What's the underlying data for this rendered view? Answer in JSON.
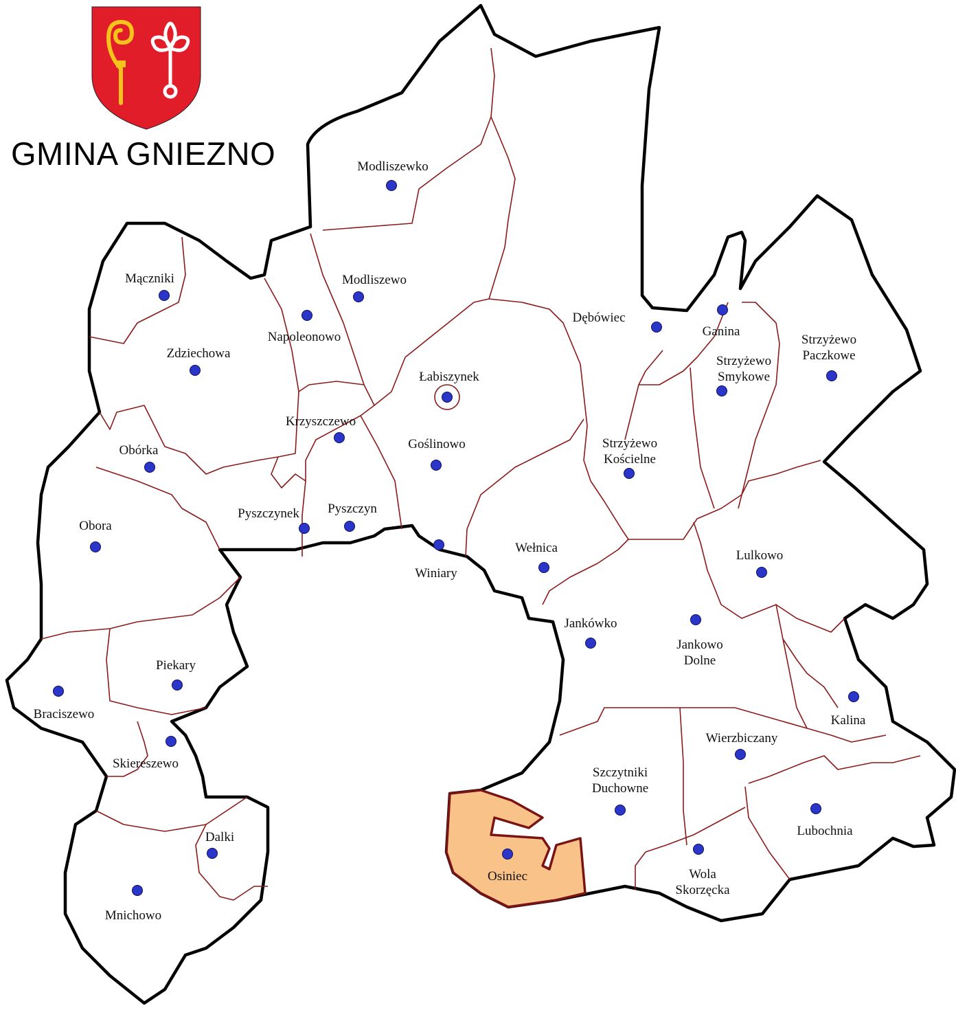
{
  "title": "GMINA GNIEZNO",
  "colors": {
    "boundary": "#000000",
    "village_border": "#8b1a1a",
    "highlight": "#f9c288",
    "highlight_border": "#7a1414",
    "marker": "#2b36c8",
    "coat_of_arms_red": "#e11d2a",
    "coat_of_arms_gold": "#f6c21c"
  },
  "coat_of_arms": {
    "icon": "crozier-and-cross-icon"
  },
  "highlighted_village": "Osiniec",
  "villages": [
    {
      "id": "modliszewko",
      "lines": [
        "Modliszewko"
      ]
    },
    {
      "id": "maczniki",
      "lines": [
        "Mączniki"
      ]
    },
    {
      "id": "modliszewo",
      "lines": [
        "Modliszewo"
      ]
    },
    {
      "id": "napoleonowo",
      "lines": [
        "Napoleonowo"
      ]
    },
    {
      "id": "zdziechowa",
      "lines": [
        "Zdziechowa"
      ]
    },
    {
      "id": "debowiec",
      "lines": [
        "Dębówiec"
      ]
    },
    {
      "id": "ganina",
      "lines": [
        "Ganina"
      ]
    },
    {
      "id": "strzyzewo-paczkowe",
      "lines": [
        "Strzyżewo",
        "Paczkowe"
      ]
    },
    {
      "id": "strzyzewo-smykowe",
      "lines": [
        "Strzyżewo",
        "Smykowe"
      ]
    },
    {
      "id": "labiszynek",
      "lines": [
        "Łabiszynek"
      ]
    },
    {
      "id": "krzyszczewo",
      "lines": [
        "Krzyszczewo"
      ]
    },
    {
      "id": "goslinowo",
      "lines": [
        "Goślinowo"
      ]
    },
    {
      "id": "oborka",
      "lines": [
        "Obórka"
      ]
    },
    {
      "id": "strzyzewo-koscielne",
      "lines": [
        "Strzyżewo",
        "Kościelne"
      ]
    },
    {
      "id": "pyszczynek",
      "lines": [
        "Pyszczynek"
      ]
    },
    {
      "id": "pyszczyn",
      "lines": [
        "Pyszczyn"
      ]
    },
    {
      "id": "obora",
      "lines": [
        "Obora"
      ]
    },
    {
      "id": "winiary",
      "lines": [
        "Winiary"
      ]
    },
    {
      "id": "welnica",
      "lines": [
        "Wełnica"
      ]
    },
    {
      "id": "lulkowo",
      "lines": [
        "Lulkowo"
      ]
    },
    {
      "id": "jankowko",
      "lines": [
        "Jankówko"
      ]
    },
    {
      "id": "jankowo-dolne",
      "lines": [
        "Jankowo",
        "Dolne"
      ]
    },
    {
      "id": "piekary",
      "lines": [
        "Piekary"
      ]
    },
    {
      "id": "braciszewo",
      "lines": [
        "Braciszewo"
      ]
    },
    {
      "id": "kalina",
      "lines": [
        "Kalina"
      ]
    },
    {
      "id": "skiereszewo",
      "lines": [
        "Skiereszewo"
      ]
    },
    {
      "id": "wierzbiczany",
      "lines": [
        "Wierzbiczany"
      ]
    },
    {
      "id": "szczytniki-duchowne",
      "lines": [
        "Szczytniki",
        "Duchowne"
      ]
    },
    {
      "id": "lubochnia",
      "lines": [
        "Lubochnia"
      ]
    },
    {
      "id": "dalki",
      "lines": [
        "Dalki"
      ]
    },
    {
      "id": "osiniec",
      "lines": [
        "Osiniec"
      ]
    },
    {
      "id": "wola-skorzecka",
      "lines": [
        "Wola",
        "Skorzęcka"
      ]
    },
    {
      "id": "mnichowo",
      "lines": [
        "Mnichowo"
      ]
    }
  ]
}
